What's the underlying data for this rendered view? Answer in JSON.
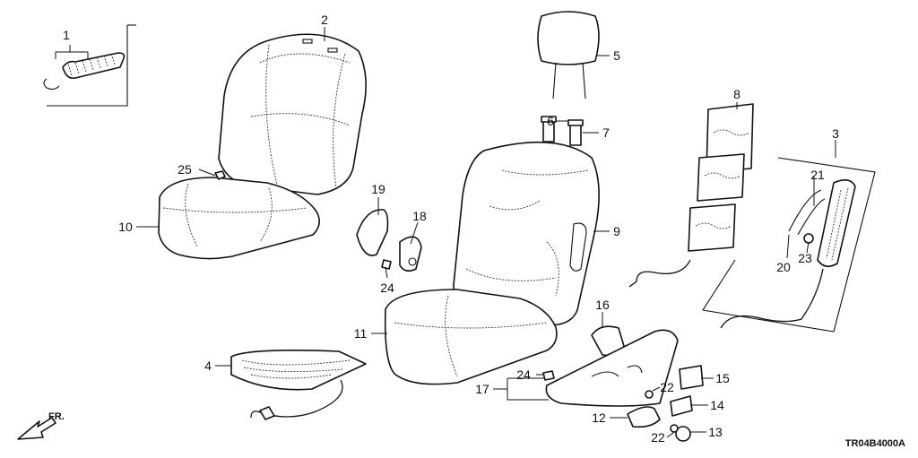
{
  "labels": [
    {
      "id": "p1",
      "text": "1"
    },
    {
      "id": "p2",
      "text": "2"
    },
    {
      "id": "p3",
      "text": "3"
    },
    {
      "id": "p4",
      "text": "4"
    },
    {
      "id": "p5",
      "text": "5"
    },
    {
      "id": "p6",
      "text": "6"
    },
    {
      "id": "p7",
      "text": "7"
    },
    {
      "id": "p8",
      "text": "8"
    },
    {
      "id": "p9",
      "text": "9"
    },
    {
      "id": "p10",
      "text": "10"
    },
    {
      "id": "p11",
      "text": "11"
    },
    {
      "id": "p12",
      "text": "12"
    },
    {
      "id": "p13",
      "text": "13"
    },
    {
      "id": "p14",
      "text": "14"
    },
    {
      "id": "p15",
      "text": "15"
    },
    {
      "id": "p16",
      "text": "16"
    },
    {
      "id": "p17",
      "text": "17"
    },
    {
      "id": "p18",
      "text": "18"
    },
    {
      "id": "p19",
      "text": "19"
    },
    {
      "id": "p20",
      "text": "20"
    },
    {
      "id": "p21",
      "text": "21"
    },
    {
      "id": "p22a",
      "text": "22"
    },
    {
      "id": "p22b",
      "text": "22"
    },
    {
      "id": "p23",
      "text": "23"
    },
    {
      "id": "p24a",
      "text": "24"
    },
    {
      "id": "p24b",
      "text": "24"
    },
    {
      "id": "p25",
      "text": "25"
    }
  ],
  "direction_label": "FR.",
  "diagram_code": "TR04B4000A"
}
